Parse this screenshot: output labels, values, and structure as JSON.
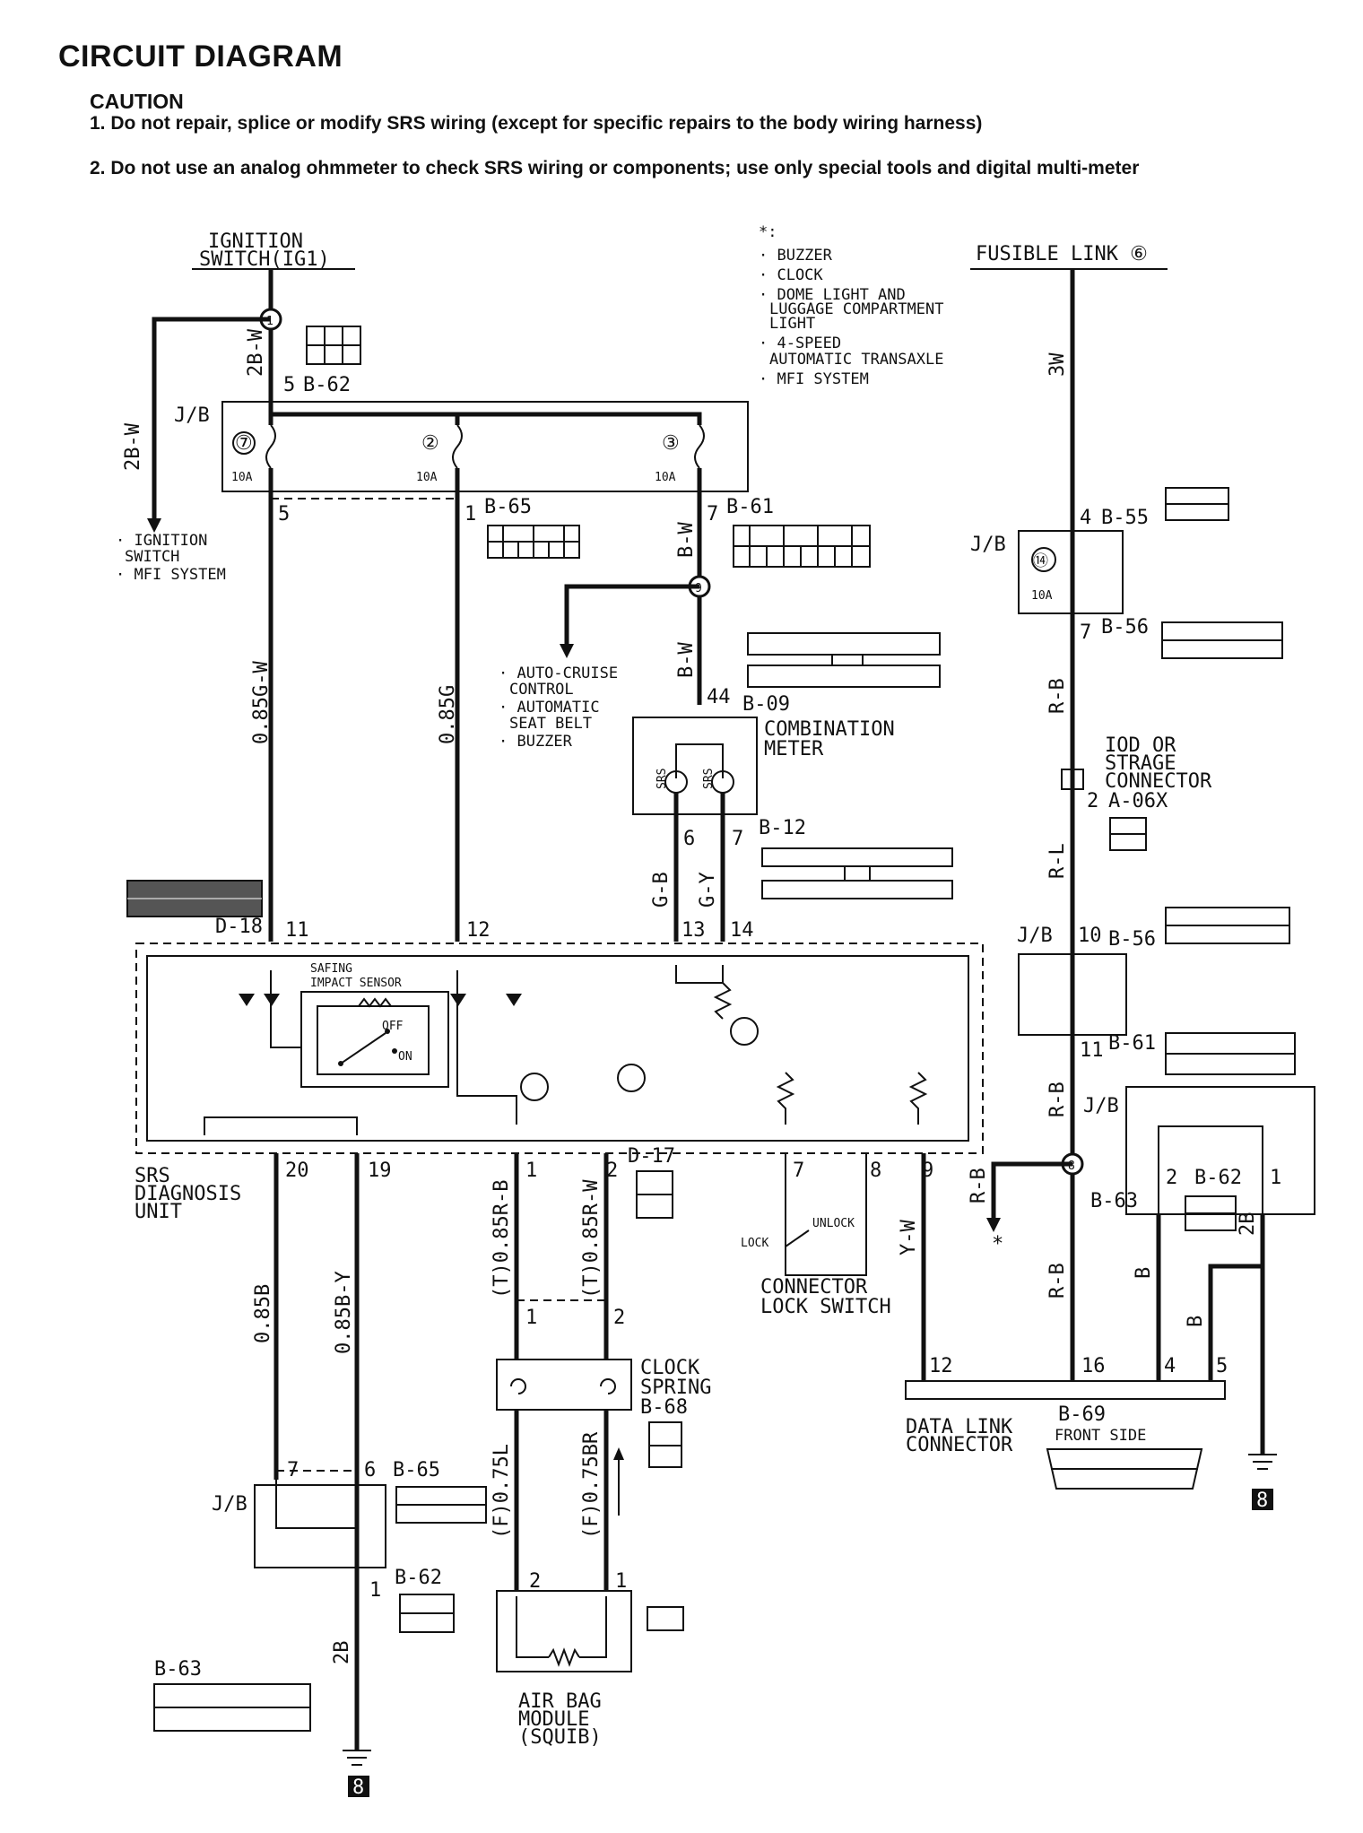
{
  "header": {
    "title": "CIRCUIT DIAGRAM",
    "caution_heading": "CAUTION",
    "caution_1": "1. Do not repair, splice or modify SRS wiring (except for specific repairs to the body wiring harness)",
    "caution_2": "2. Do not use an analog ohmmeter to check SRS wiring or components; use only special tools and digital multi-meter"
  },
  "sources": {
    "ignition_l1": "IGNITION",
    "ignition_l2": "SWITCH(IG1)",
    "fusible_link": "FUSIBLE LINK ⑥"
  },
  "star_note": {
    "mark": "*:",
    "items": [
      "· BUZZER",
      "· CLOCK",
      "· DOME LIGHT AND",
      "LUGGAGE COMPARTMENT",
      "LIGHT",
      "· 4-SPEED",
      "AUTOMATIC TRANSAXLE",
      "· MFI SYSTEM"
    ]
  },
  "branch_left": [
    "· IGNITION",
    "SWITCH",
    "· MFI SYSTEM"
  ],
  "branch_mid": [
    "· AUTO-CRUISE",
    "CONTROL",
    "· AUTOMATIC",
    "SEAT BELT",
    "· BUZZER"
  ],
  "connectors": {
    "b62": "B-62",
    "b65": "B-65",
    "b61": "B-61",
    "b55": "B-55",
    "b56": "B-56",
    "b09": "B-09",
    "b12": "B-12",
    "d18": "D-18",
    "d17": "D-17",
    "b68": "B-68",
    "b69": "B-69",
    "b63": "B-63",
    "a06x": "A-06X"
  },
  "junction_block": "J/B",
  "fuses": [
    {
      "num": "⑦",
      "rating": "10A"
    },
    {
      "num": "②",
      "rating": "10A"
    },
    {
      "num": "③",
      "rating": "10A"
    },
    {
      "num": "⑭",
      "rating": "10A"
    }
  ],
  "splices": [
    "1",
    "9",
    "8"
  ],
  "wires": {
    "w2bw_a": "2B-W",
    "w2bw_b": "2B-W",
    "w085gw": "0.85G-W",
    "w085g": "0.85G",
    "wbw_a": "B-W",
    "wbw_b": "B-W",
    "wgb": "G-B",
    "wgy": "G-Y",
    "w3w": "3W",
    "wrb_a": "R-B",
    "wrl": "R-L",
    "wrb_b": "R-B",
    "wrb_c": "R-B",
    "wrb_d": "R-B",
    "w085b": "0.85B",
    "w085by": "0.85B-Y",
    "wt085rb": "(T)0.85R-B",
    "wt085rw": "(T)0.85R-W",
    "wf075l": "(F)0.75L",
    "wf075br": "(F)0.75BR",
    "wyw": "Y-W",
    "wb_a": "B",
    "wb_b": "B",
    "w2b_a": "2B",
    "w2b_b": "2B"
  },
  "pins": {
    "p5a": "5",
    "p5b": "5",
    "p1a": "1",
    "p7a": "7",
    "p4a": "4",
    "p7b": "7",
    "p44": "44",
    "p6": "6",
    "p7c": "7",
    "p11": "11",
    "p12": "12",
    "p13": "13",
    "p14": "14",
    "p10": "10",
    "p11b": "11",
    "p20": "20",
    "p19": "19",
    "p1b": "1",
    "p2b": "2",
    "p7d": "7",
    "p8": "8",
    "p9": "9",
    "p2c": "2",
    "p1c": "1",
    "p1d": "1",
    "p2d": "2",
    "p2e": "2",
    "p1e": "1",
    "p7e": "7",
    "p6b": "6",
    "p1f": "1",
    "p12b": "12",
    "p16": "16",
    "p4b": "4",
    "p5c": "5",
    "p2f": "2"
  },
  "components": {
    "combination_meter_l1": "COMBINATION",
    "combination_meter_l2": "METER",
    "srs_lamp": "SRS",
    "iod_l1": "IOD OR",
    "iod_l2": "STRAGE",
    "iod_l3": "CONNECTOR",
    "diag_l1": "SRS",
    "diag_l2": "DIAGNOSIS",
    "diag_l3": "UNIT",
    "safing_l1": "SAFING",
    "safing_l2": "IMPACT SENSOR",
    "off": "OFF",
    "on": "ON",
    "lock": "LOCK",
    "unlock": "UNLOCK",
    "cls_l1": "CONNECTOR",
    "cls_l2": "LOCK SWITCH",
    "clock_l1": "CLOCK",
    "clock_l2": "SPRING",
    "airbag_l1": "AIR BAG",
    "airbag_l2": "MODULE",
    "airbag_l3": "(SQUIB)",
    "dlc_l1": "DATA LINK",
    "dlc_l2": "CONNECTOR",
    "front_side": "FRONT SIDE",
    "star": "*",
    "ground_ref": "8"
  }
}
